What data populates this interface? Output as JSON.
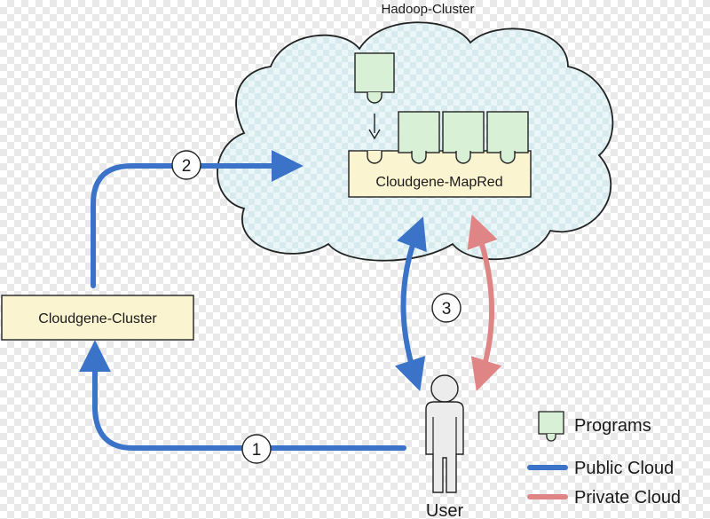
{
  "title": "Hadoop-Cluster",
  "mapred_label": "Cloudgene-MapRed",
  "cluster_label": "Cloudgene-Cluster",
  "user_label": "User",
  "steps": [
    "1",
    "2",
    "3"
  ],
  "legend": {
    "programs": "Programs",
    "public_cloud": "Public Cloud",
    "private_cloud": "Private Cloud"
  },
  "colors": {
    "public_cloud": "#3b73c8",
    "private_cloud": "#e08585",
    "program_fill": "#d8f1d6",
    "box_fill": "#fbf4d0",
    "cloud_fill": "#eaf6f7"
  }
}
